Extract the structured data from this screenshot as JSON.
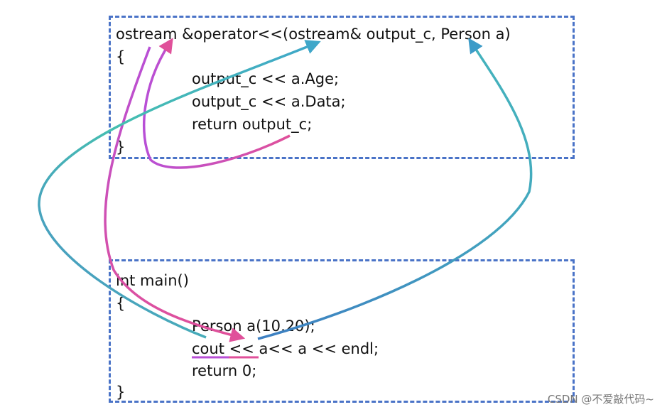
{
  "function_block": {
    "signature": "ostream &operator<<(ostream& output_c, Person a)",
    "open_brace": "{",
    "body": [
      "output_c << a.Age;",
      "output_c << a.Data;",
      "return output_c;"
    ],
    "close_brace": "}"
  },
  "main_block": {
    "signature": "int main()",
    "open_brace": "{",
    "body": [
      "Person a(10,20);",
      "cout << a<< a << endl;",
      "return 0;"
    ],
    "close_brace": "}"
  },
  "watermark": "CSDN @不爱敲代码~",
  "colors": {
    "box_border": "#4a73c7",
    "arrow_purple": "#b84fd6",
    "arrow_pink": "#e0509a",
    "arrow_teal": "#45bfb0",
    "arrow_blue": "#3d8fc8"
  }
}
